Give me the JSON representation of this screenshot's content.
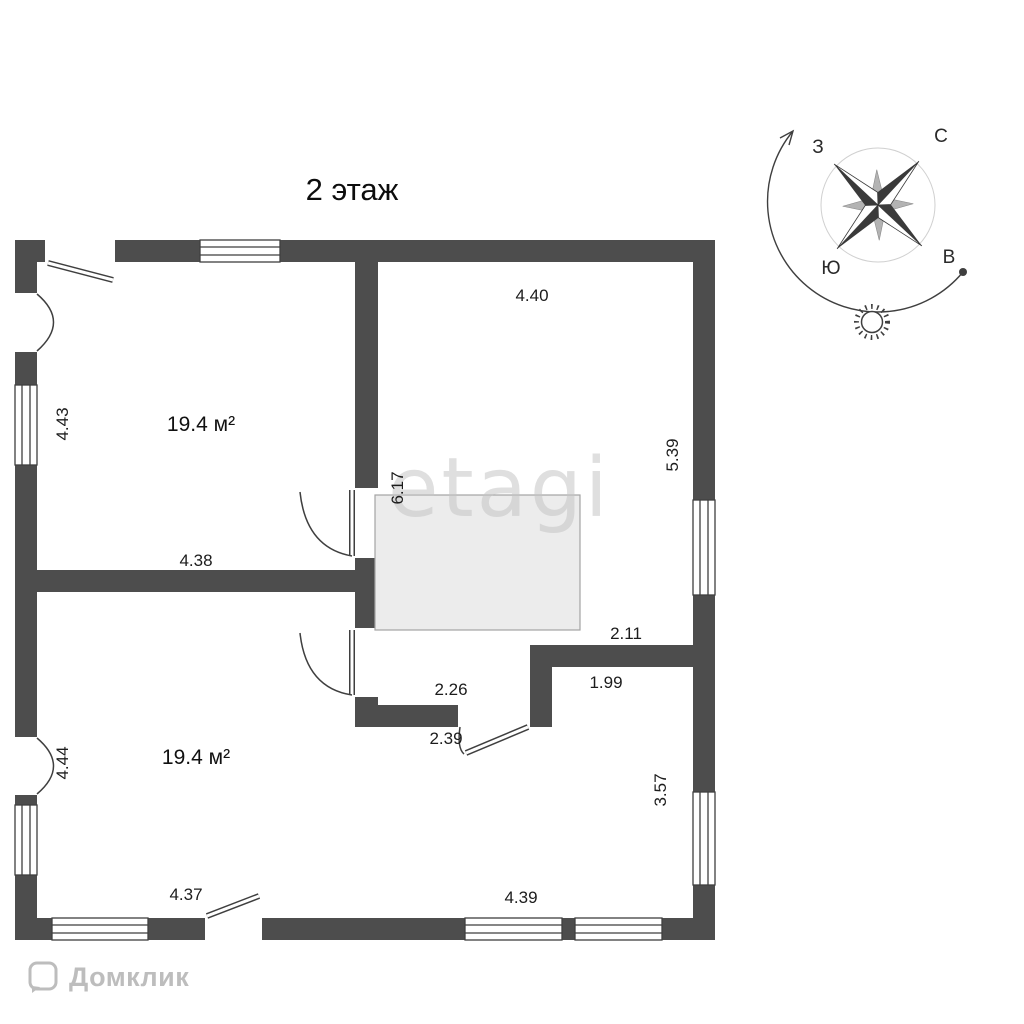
{
  "title": "2 этаж",
  "rooms": {
    "room1": "19.4 м²",
    "room2": "19.4 м²"
  },
  "dims": {
    "d440": "4.40",
    "d443": "4.43",
    "d539": "5.39",
    "d617": "6.17",
    "d438": "4.38",
    "d211": "2.11",
    "d226": "2.26",
    "d199": "1.99",
    "d239": "2.39",
    "d444": "4.44",
    "d357": "3.57",
    "d437": "4.37",
    "d439": "4.39"
  },
  "compass": {
    "n": "С",
    "e": "В",
    "s": "Ю",
    "w": "З"
  },
  "watermark": {
    "logo": "etagi",
    "brand": "Домклик"
  },
  "colors": {
    "wall": "#4d4d4d",
    "line": "#3f3f3f",
    "stairs_fill": "#ececec",
    "watermark_gray": "#c5c5c5",
    "brand_gray": "#bdbdbd"
  }
}
